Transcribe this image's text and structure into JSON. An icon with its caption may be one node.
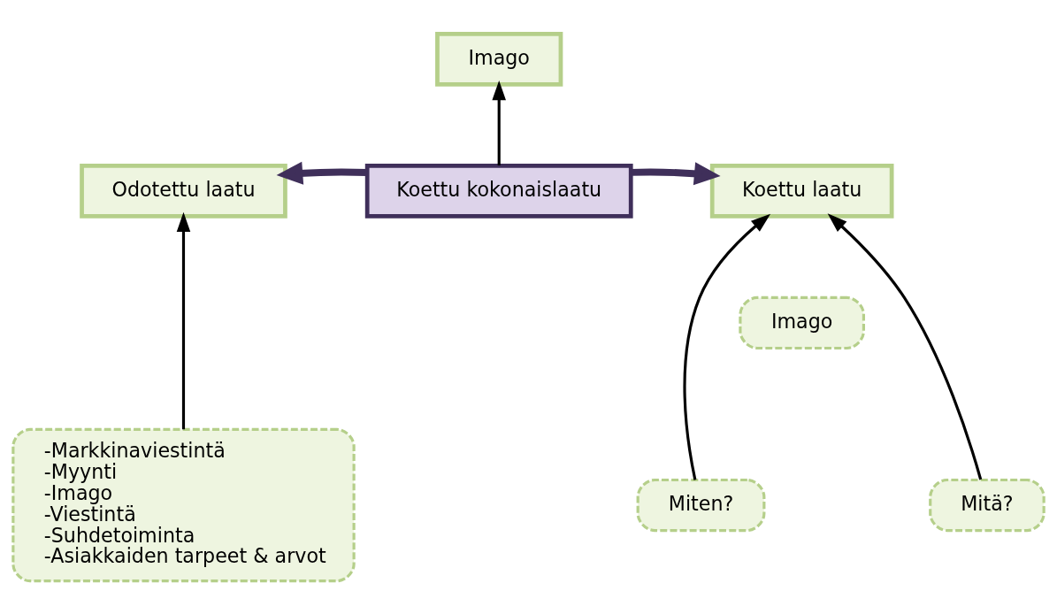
{
  "diagram": {
    "nodes": [
      {
        "text": [
          "Imago"
        ]
      },
      {
        "text": [
          "Odotettu laatu"
        ]
      },
      {
        "text": [
          "Koettu kokonaislaatu"
        ]
      },
      {
        "text": [
          "Koettu laatu"
        ]
      },
      {
        "text": [
          "Imago"
        ]
      },
      {
        "text": [
          "-Markkinaviestintä",
          "-Myynti",
          "-Imago",
          "-Viestintä",
          "-Suhdetoiminta",
          "-Asiakkaiden tarpeet & arvot"
        ]
      },
      {
        "text": [
          "Miten?"
        ]
      },
      {
        "text": [
          "Mitä?"
        ]
      }
    ],
    "edges": [
      {
        "from": 2,
        "to": 0,
        "arrow": "to"
      },
      {
        "from": 2,
        "to": 1,
        "arrow": "to",
        "style": "thick",
        "color": "#3f2f5a"
      },
      {
        "from": 2,
        "to": 3,
        "arrow": "to",
        "style": "thick",
        "color": "#3f2f5a"
      },
      {
        "from": 5,
        "to": 1,
        "arrow": "to"
      },
      {
        "from": 6,
        "to": 3,
        "arrow": "to"
      },
      {
        "from": 7,
        "to": 3,
        "arrow": "to"
      }
    ]
  }
}
